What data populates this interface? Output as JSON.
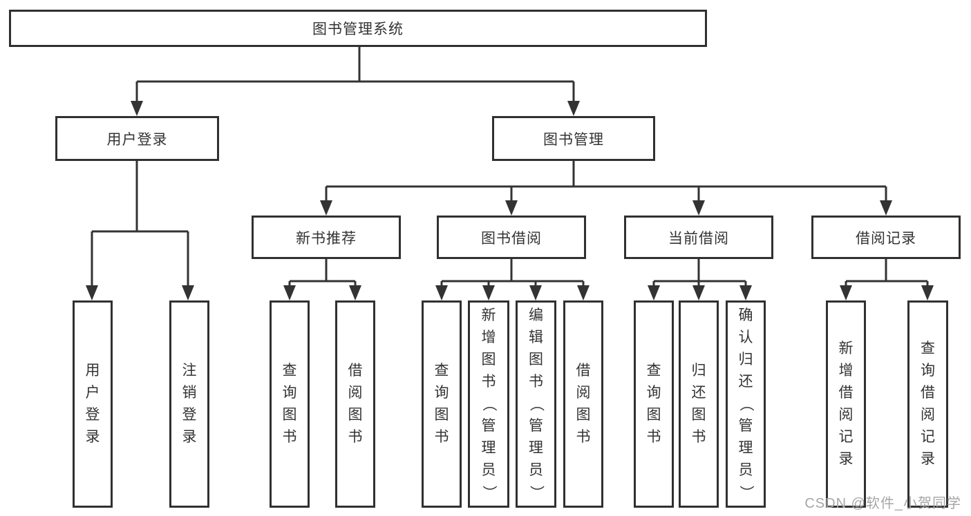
{
  "diagram": {
    "title": "图书管理系统",
    "level2": {
      "user_login": "用户登录",
      "book_mgmt": "图书管理"
    },
    "level3": {
      "new_book_rec": "新书推荐",
      "book_borrow": "图书借阅",
      "current_borrow": "当前借阅",
      "borrow_records": "借阅记录"
    },
    "leaves": {
      "user_login": [
        "用户登录",
        "注销登录"
      ],
      "new_book_rec": [
        "查询图书",
        "借阅图书"
      ],
      "book_borrow": [
        "查询图书",
        "新增图书（管理员）",
        "编辑图书（管理员）",
        "借阅图书"
      ],
      "current_borrow": [
        "查询图书",
        "归还图书",
        "确认归还（管理员）"
      ],
      "borrow_records": [
        "新增借阅记录",
        "查询借阅记录"
      ]
    }
  },
  "watermark": "CSDN @软件_小贺同学",
  "colors": {
    "line": "#333333",
    "box_border": "#303030",
    "background": "#ffffff",
    "watermark": "#a6a6a6"
  }
}
